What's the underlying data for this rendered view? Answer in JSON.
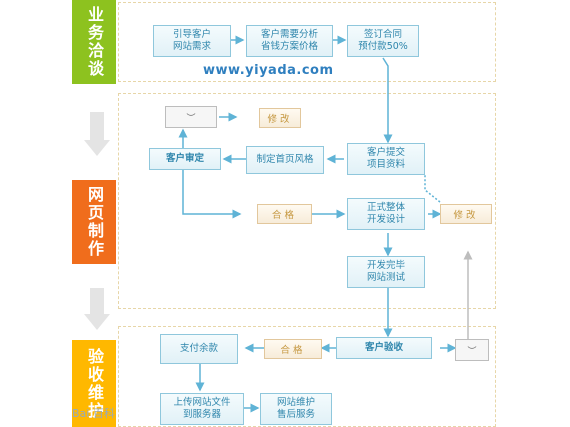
{
  "stages": {
    "business": "业务洽谈",
    "production": "网页制作",
    "acceptance": "验收维护"
  },
  "website": "www.yiyada.com",
  "nodes": {
    "guide": "引导客户\n网站需求",
    "analysis": "客户需要分析\n省钱方案价格",
    "contract": "签订合同\n预付款50%",
    "submit": "客户提交\n项目资料",
    "homepage": "制定首页风格",
    "review": "客户审定",
    "develop": "正式整体\n开发设计",
    "test": "开发完毕\n网站测试",
    "customer_accept": "客户验收",
    "pay": "支付余款",
    "upload": "上传网站文件\n到服务器",
    "maintain": "网站维护\n售后服务"
  },
  "tags": {
    "modify1": "修改",
    "pass1": "合格",
    "modify2": "修改",
    "pass2": "合格"
  },
  "faces": {
    "face1": "︶",
    "face2": "︶"
  },
  "watermark": "Bai 百科"
}
